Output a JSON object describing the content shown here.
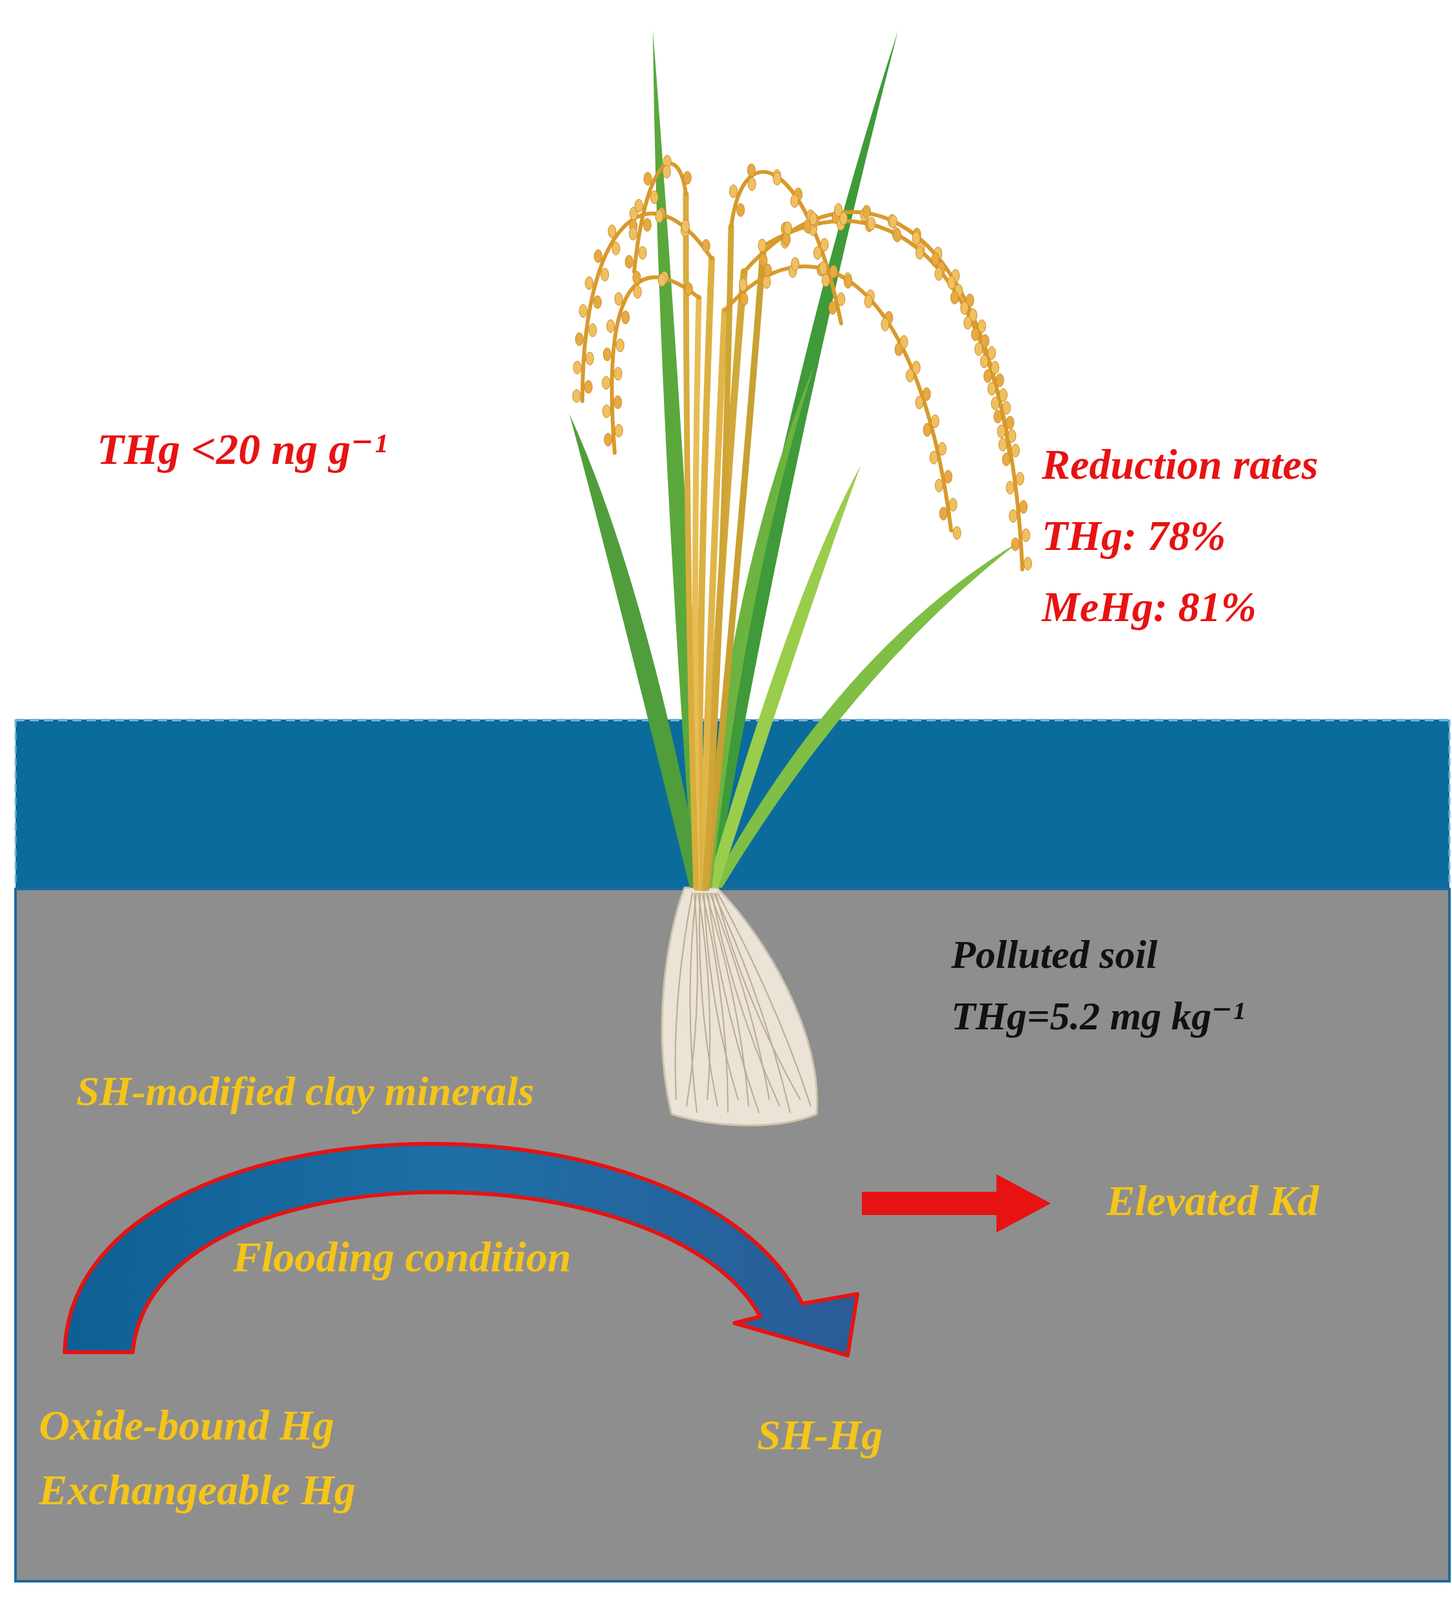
{
  "diagram": {
    "labels": [
      "THg  <20 ng g⁻¹",
      "Reduction rates",
      "THg: 78%",
      "MeHg: 81%",
      "Polluted soil",
      "THg=5.2 mg kg⁻¹",
      "SH-modified clay minerals",
      "Flooding condition",
      "Elevated Kd",
      "Oxide-bound Hg",
      "Exchangeable Hg",
      "SH-Hg"
    ]
  }
}
